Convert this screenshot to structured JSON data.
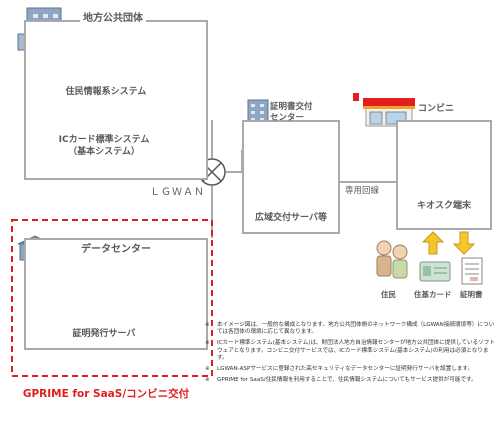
{
  "local_gov": {
    "label": "地方公共団体",
    "system1": "住民情報系システム",
    "system2_line1": "ICカード標準システム",
    "system2_line2": "（基本システム）"
  },
  "certificate_center": {
    "label_line1": "証明書交付",
    "label_line2": "センター",
    "server": "広域交付サーバ等"
  },
  "lgwan": "ＬＧＷＡＮ",
  "dedicated_line": "専用回線",
  "convenience_store": {
    "label": "コンビニ",
    "kiosk": "キオスク端末",
    "resident": "住民",
    "resident_card": "住基カード",
    "certificate": "証明書"
  },
  "data_center": {
    "label": "データセンター",
    "server": "証明発行サーバ"
  },
  "gprime_label": "GPRIME for SaaS/コンビニ交付",
  "notes": [
    {
      "mark": "※",
      "text": "本イメージ図は、一般的な構成となります。地方公共団体側のネットワーク構成（LGWAN接続環境等）については各団体の環境に応じて異なります。"
    },
    {
      "mark": "※",
      "text": "ICカード標準システム(基本システム)は、財団法人地方自治情報センターが地方公共団体に提供しているソフトウェアとなります。コンビニ交付サービスでは、ICカード標準システム(基本システム)の利用は必須となります。"
    },
    {
      "mark": "※",
      "text": "LGWAN-ASPサービスに登録された高セキュリティなデータセンターに証明発行サーバを設置します。"
    },
    {
      "mark": "※",
      "text": "GPRIME for SaaS/住民情報を利用することで、住民情報システムについてもサービス提供が可能です。"
    }
  ],
  "colors": {
    "box_border": "#a9a9a9",
    "gprime_red": "#e0201d",
    "arrow_yellow": "#f5c62b"
  }
}
